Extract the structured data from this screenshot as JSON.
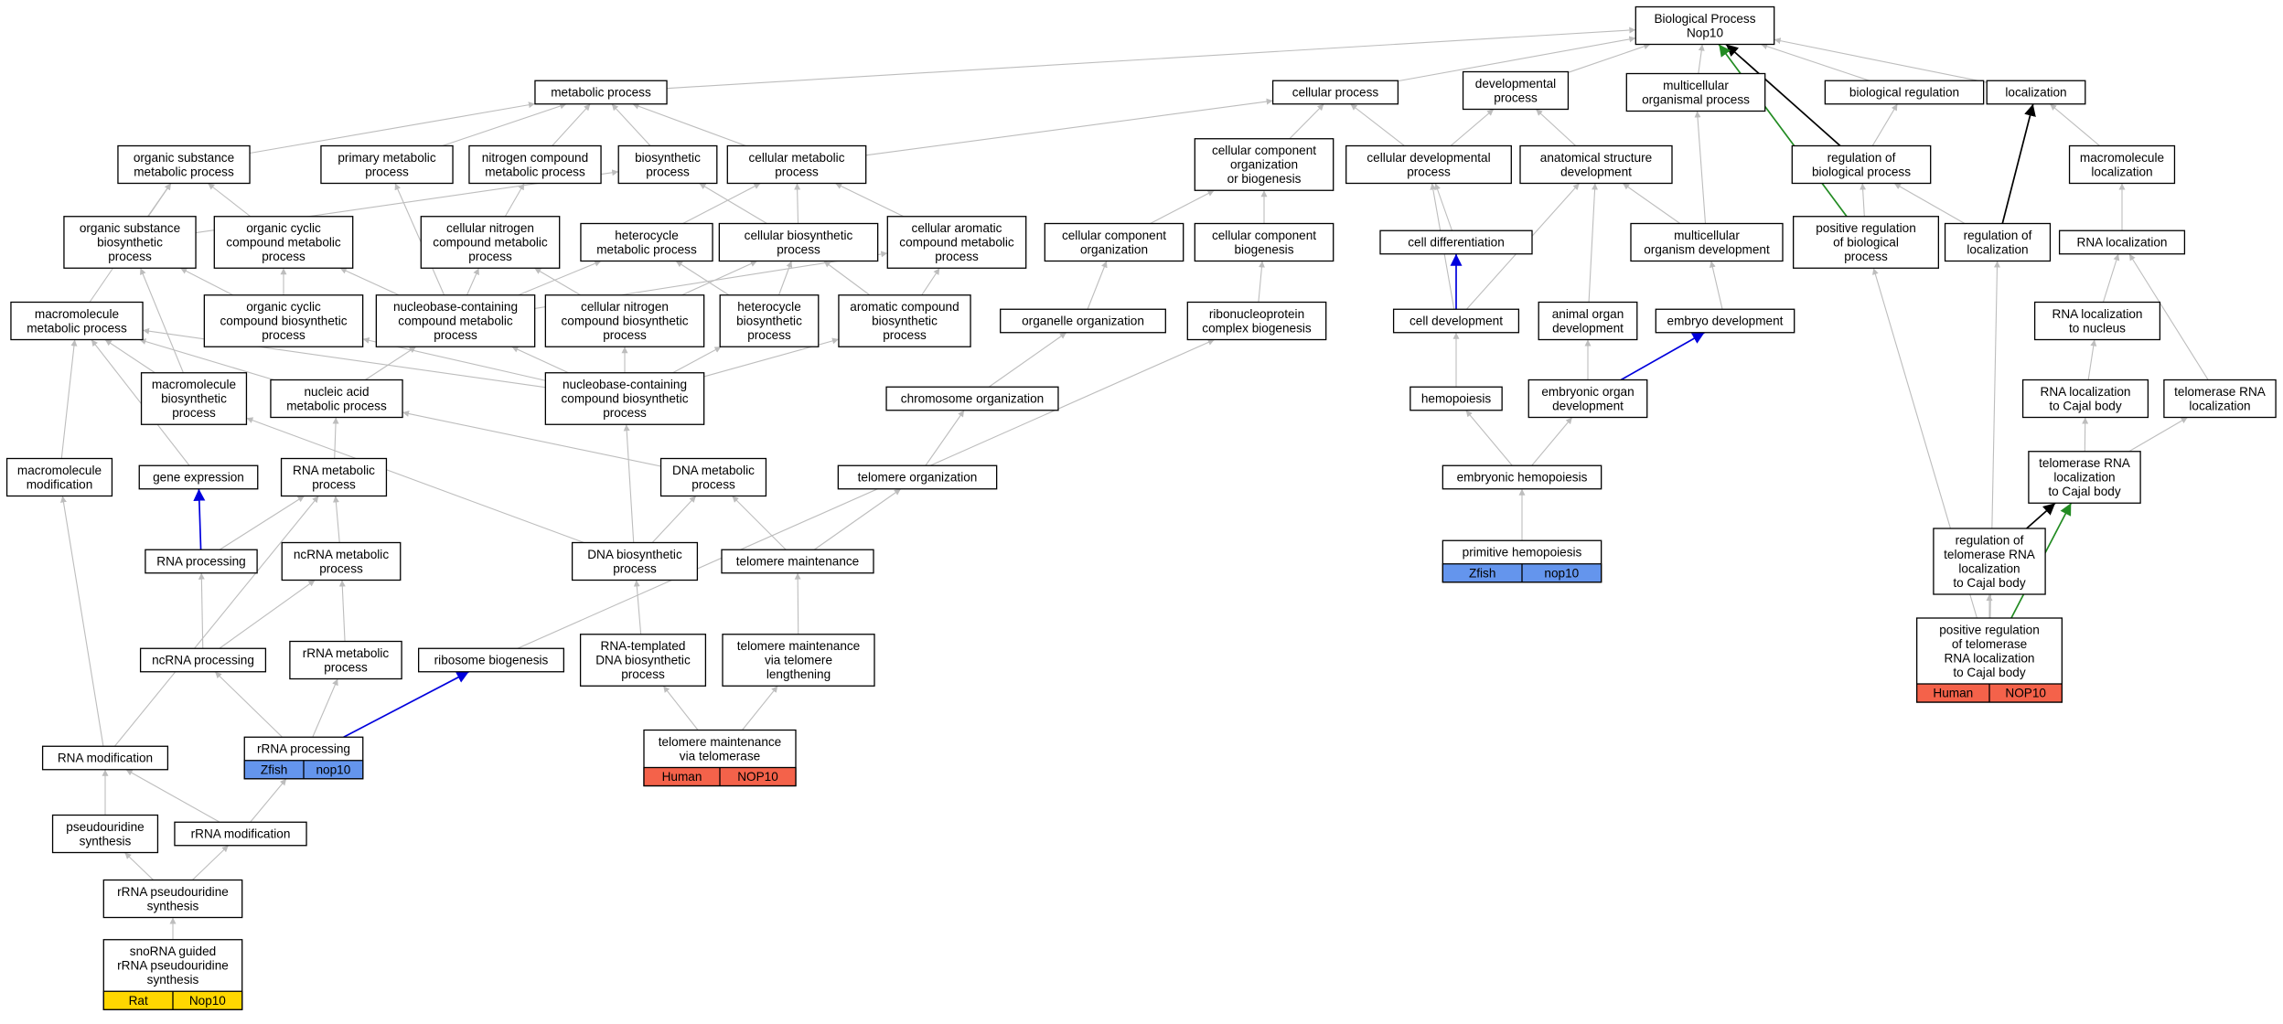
{
  "colors": {
    "edge_default": "#bdbdbd",
    "edge_black": "#000000",
    "edge_blue": "#0000dd",
    "edge_green": "#228b22",
    "species_human": "#f4624a",
    "species_zfish": "#6495ed",
    "species_rat": "#ffd700"
  },
  "nodes": [
    {
      "id": "bp",
      "lines": [
        "Biological Process",
        "Nop10"
      ]
    },
    {
      "id": "metabolic",
      "lines": [
        "metabolic process"
      ]
    },
    {
      "id": "cellular",
      "lines": [
        "cellular process"
      ]
    },
    {
      "id": "developmental",
      "lines": [
        "developmental",
        "process"
      ]
    },
    {
      "id": "multicellular",
      "lines": [
        "multicellular",
        "organismal process"
      ]
    },
    {
      "id": "bioreg",
      "lines": [
        "biological regulation"
      ]
    },
    {
      "id": "localization",
      "lines": [
        "localization"
      ]
    },
    {
      "id": "orgsubmet",
      "lines": [
        "organic substance",
        "metabolic process"
      ]
    },
    {
      "id": "primary",
      "lines": [
        "primary metabolic",
        "process"
      ]
    },
    {
      "id": "nitrogen",
      "lines": [
        "nitrogen compound",
        "metabolic process"
      ]
    },
    {
      "id": "biosyn",
      "lines": [
        "biosynthetic",
        "process"
      ]
    },
    {
      "id": "cellmet",
      "lines": [
        "cellular metabolic",
        "process"
      ]
    },
    {
      "id": "ccorgbio",
      "lines": [
        "cellular component",
        "organization",
        "or biogenesis"
      ]
    },
    {
      "id": "celldevproc",
      "lines": [
        "cellular developmental",
        "process"
      ]
    },
    {
      "id": "anatomical",
      "lines": [
        "anatomical structure",
        "development"
      ]
    },
    {
      "id": "regbio",
      "lines": [
        "regulation of",
        "biological process"
      ]
    },
    {
      "id": "macroloc",
      "lines": [
        "macromolecule",
        "localization"
      ]
    },
    {
      "id": "orgsubbio",
      "lines": [
        "organic substance",
        "biosynthetic",
        "process"
      ]
    },
    {
      "id": "orgcycmet",
      "lines": [
        "organic cyclic",
        "compound metabolic",
        "process"
      ]
    },
    {
      "id": "cellnitmet",
      "lines": [
        "cellular nitrogen",
        "compound metabolic",
        "process"
      ]
    },
    {
      "id": "hetmet",
      "lines": [
        "heterocycle",
        "metabolic process"
      ]
    },
    {
      "id": "cellbiosyn",
      "lines": [
        "cellular biosynthetic",
        "process"
      ]
    },
    {
      "id": "cellarom",
      "lines": [
        "cellular aromatic",
        "compound metabolic",
        "process"
      ]
    },
    {
      "id": "ccorg",
      "lines": [
        "cellular component",
        "organization"
      ]
    },
    {
      "id": "ccbio",
      "lines": [
        "cellular component",
        "biogenesis"
      ]
    },
    {
      "id": "celldiff",
      "lines": [
        "cell differentiation"
      ]
    },
    {
      "id": "multidev",
      "lines": [
        "multicellular",
        "organism development"
      ]
    },
    {
      "id": "posregbio",
      "lines": [
        "positive regulation",
        "of biological",
        "process"
      ]
    },
    {
      "id": "regloc",
      "lines": [
        "regulation of",
        "localization"
      ]
    },
    {
      "id": "rnaloc",
      "lines": [
        "RNA localization"
      ]
    },
    {
      "id": "macromet",
      "lines": [
        "macromolecule",
        "metabolic process"
      ]
    },
    {
      "id": "orgcycbio",
      "lines": [
        "organic cyclic",
        "compound biosynthetic",
        "process"
      ]
    },
    {
      "id": "nucmet",
      "lines": [
        "nucleobase-containing",
        "compound metabolic",
        "process"
      ]
    },
    {
      "id": "cellnitbio",
      "lines": [
        "cellular nitrogen",
        "compound biosynthetic",
        "process"
      ]
    },
    {
      "id": "hetbio",
      "lines": [
        "heterocycle",
        "biosynthetic",
        "process"
      ]
    },
    {
      "id": "arombio",
      "lines": [
        "aromatic compound",
        "biosynthetic",
        "process"
      ]
    },
    {
      "id": "organelle",
      "lines": [
        "organelle organization"
      ]
    },
    {
      "id": "ribonuc",
      "lines": [
        "ribonucleoprotein",
        "complex biogenesis"
      ]
    },
    {
      "id": "celldev",
      "lines": [
        "cell development"
      ]
    },
    {
      "id": "animalorg",
      "lines": [
        "animal organ",
        "development"
      ]
    },
    {
      "id": "embryo",
      "lines": [
        "embryo development"
      ]
    },
    {
      "id": "rnalocnuc",
      "lines": [
        "RNA localization",
        "to nucleus"
      ]
    },
    {
      "id": "macrobio",
      "lines": [
        "macromolecule",
        "biosynthetic",
        "process"
      ]
    },
    {
      "id": "nucacid",
      "lines": [
        "nucleic acid",
        "metabolic process"
      ]
    },
    {
      "id": "nucbio",
      "lines": [
        "nucleobase-containing",
        "compound biosynthetic",
        "process"
      ]
    },
    {
      "id": "chromosome",
      "lines": [
        "chromosome organization"
      ]
    },
    {
      "id": "hemopoiesis",
      "lines": [
        "hemopoiesis"
      ]
    },
    {
      "id": "embryoorgan",
      "lines": [
        "embryonic organ",
        "development"
      ]
    },
    {
      "id": "rnaloccajal",
      "lines": [
        "RNA localization",
        "to Cajal body"
      ]
    },
    {
      "id": "telornaloc",
      "lines": [
        "telomerase RNA",
        "localization"
      ]
    },
    {
      "id": "macromod",
      "lines": [
        "macromolecule",
        "modification"
      ]
    },
    {
      "id": "geneexp",
      "lines": [
        "gene expression"
      ]
    },
    {
      "id": "rnamet",
      "lines": [
        "RNA metabolic",
        "process"
      ]
    },
    {
      "id": "dnamet",
      "lines": [
        "DNA metabolic",
        "process"
      ]
    },
    {
      "id": "telorg",
      "lines": [
        "telomere organization"
      ]
    },
    {
      "id": "embhemo",
      "lines": [
        "embryonic hemopoiesis"
      ]
    },
    {
      "id": "telornacajal",
      "lines": [
        "telomerase RNA",
        "localization",
        "to Cajal body"
      ]
    },
    {
      "id": "rnaproc",
      "lines": [
        "RNA processing"
      ]
    },
    {
      "id": "ncrnamet",
      "lines": [
        "ncRNA metabolic",
        "process"
      ]
    },
    {
      "id": "dnabio",
      "lines": [
        "DNA biosynthetic",
        "process"
      ]
    },
    {
      "id": "telmaint",
      "lines": [
        "telomere maintenance"
      ]
    },
    {
      "id": "primhemo",
      "lines": [
        "primitive hemopoiesis"
      ],
      "species": [
        "Zfish",
        "nop10"
      ],
      "speciesColor": "species_zfish"
    },
    {
      "id": "regtelornacajal",
      "lines": [
        "regulation of",
        "telomerase RNA",
        "localization",
        "to Cajal body"
      ]
    },
    {
      "id": "ncrnaproc",
      "lines": [
        "ncRNA processing"
      ]
    },
    {
      "id": "rrnamet",
      "lines": [
        "rRNA metabolic",
        "process"
      ]
    },
    {
      "id": "ribobio",
      "lines": [
        "ribosome biogenesis"
      ]
    },
    {
      "id": "rnatemp",
      "lines": [
        "RNA-templated",
        "DNA biosynthetic",
        "process"
      ]
    },
    {
      "id": "telmaintlen",
      "lines": [
        "telomere maintenance",
        "via telomere",
        "lengthening"
      ]
    },
    {
      "id": "posregtelo",
      "lines": [
        "positive regulation",
        "of telomerase",
        "RNA localization",
        "to Cajal body"
      ],
      "species": [
        "Human",
        "NOP10"
      ],
      "speciesColor": "species_human"
    },
    {
      "id": "rrnaproc",
      "lines": [
        "rRNA processing"
      ],
      "species": [
        "Zfish",
        "nop10"
      ],
      "speciesColor": "species_zfish"
    },
    {
      "id": "telmainttel",
      "lines": [
        "telomere maintenance",
        "via telomerase"
      ],
      "species": [
        "Human",
        "NOP10"
      ],
      "speciesColor": "species_human"
    },
    {
      "id": "rnamod",
      "lines": [
        "RNA modification"
      ]
    },
    {
      "id": "pseudo",
      "lines": [
        "pseudouridine",
        "synthesis"
      ]
    },
    {
      "id": "rrnamod",
      "lines": [
        "rRNA modification"
      ]
    },
    {
      "id": "rrnapseudo",
      "lines": [
        "rRNA pseudouridine",
        "synthesis"
      ]
    },
    {
      "id": "snorna",
      "lines": [
        "snoRNA guided",
        "rRNA pseudouridine",
        "synthesis"
      ],
      "species": [
        "Rat",
        "Nop10"
      ],
      "speciesColor": "species_rat"
    }
  ],
  "edges": [
    {
      "from": "metabolic",
      "to": "bp"
    },
    {
      "from": "cellular",
      "to": "bp"
    },
    {
      "from": "developmental",
      "to": "bp"
    },
    {
      "from": "multicellular",
      "to": "bp"
    },
    {
      "from": "bioreg",
      "to": "bp"
    },
    {
      "from": "localization",
      "to": "bp"
    },
    {
      "from": "regbio",
      "to": "bp",
      "color": "edge_black"
    },
    {
      "from": "posregbio",
      "to": "bp",
      "color": "edge_green"
    },
    {
      "from": "orgsubmet",
      "to": "metabolic"
    },
    {
      "from": "primary",
      "to": "metabolic"
    },
    {
      "from": "nitrogen",
      "to": "metabolic"
    },
    {
      "from": "biosyn",
      "to": "metabolic"
    },
    {
      "from": "cellmet",
      "to": "metabolic"
    },
    {
      "from": "cellmet",
      "to": "cellular"
    },
    {
      "from": "ccorgbio",
      "to": "cellular"
    },
    {
      "from": "celldevproc",
      "to": "cellular"
    },
    {
      "from": "celldevproc",
      "to": "developmental"
    },
    {
      "from": "anatomical",
      "to": "developmental"
    },
    {
      "from": "regbio",
      "to": "bioreg"
    },
    {
      "from": "regloc",
      "to": "localization",
      "color": "edge_black"
    },
    {
      "from": "macroloc",
      "to": "localization"
    },
    {
      "from": "multidev",
      "to": "multicellular"
    },
    {
      "from": "orgsubbio",
      "to": "orgsubmet"
    },
    {
      "from": "orgsubbio",
      "to": "biosyn"
    },
    {
      "from": "orgcycmet",
      "to": "orgsubmet"
    },
    {
      "from": "macromet",
      "to": "orgsubmet"
    },
    {
      "from": "cellnitmet",
      "to": "nitrogen"
    },
    {
      "from": "cellbiosyn",
      "to": "biosyn"
    },
    {
      "from": "cellbiosyn",
      "to": "cellmet"
    },
    {
      "from": "hetmet",
      "to": "cellmet"
    },
    {
      "from": "cellarom",
      "to": "cellmet"
    },
    {
      "from": "ccorg",
      "to": "ccorgbio"
    },
    {
      "from": "ccbio",
      "to": "ccorgbio"
    },
    {
      "from": "celldiff",
      "to": "celldevproc"
    },
    {
      "from": "celldev",
      "to": "celldevproc"
    },
    {
      "from": "celldev",
      "to": "anatomical"
    },
    {
      "from": "multidev",
      "to": "anatomical"
    },
    {
      "from": "animalorg",
      "to": "anatomical"
    },
    {
      "from": "posregbio",
      "to": "regbio"
    },
    {
      "from": "regloc",
      "to": "regbio"
    },
    {
      "from": "rnaloc",
      "to": "macroloc"
    },
    {
      "from": "orgcycbio",
      "to": "orgcycmet"
    },
    {
      "from": "orgcycbio",
      "to": "orgsubbio"
    },
    {
      "from": "nucmet",
      "to": "cellnitmet"
    },
    {
      "from": "nucmet",
      "to": "hetmet"
    },
    {
      "from": "nucmet",
      "to": "cellarom"
    },
    {
      "from": "nucmet",
      "to": "orgcycmet"
    },
    {
      "from": "nucmet",
      "to": "primary"
    },
    {
      "from": "cellnitbio",
      "to": "cellnitmet"
    },
    {
      "from": "cellnitbio",
      "to": "cellbiosyn"
    },
    {
      "from": "hetbio",
      "to": "hetmet"
    },
    {
      "from": "hetbio",
      "to": "cellbiosyn"
    },
    {
      "from": "arombio",
      "to": "cellarom"
    },
    {
      "from": "arombio",
      "to": "cellbiosyn"
    },
    {
      "from": "organelle",
      "to": "ccorg"
    },
    {
      "from": "ribonuc",
      "to": "ccbio"
    },
    {
      "from": "celldev",
      "to": "celldiff",
      "color": "edge_blue"
    },
    {
      "from": "embryo",
      "to": "multidev"
    },
    {
      "from": "rnalocnuc",
      "to": "rnaloc"
    },
    {
      "from": "telornaloc",
      "to": "rnaloc"
    },
    {
      "from": "macrobio",
      "to": "orgsubbio"
    },
    {
      "from": "macrobio",
      "to": "macromet"
    },
    {
      "from": "nucacid",
      "to": "nucmet"
    },
    {
      "from": "nucacid",
      "to": "macromet"
    },
    {
      "from": "nucbio",
      "to": "nucmet"
    },
    {
      "from": "nucbio",
      "to": "cellnitbio"
    },
    {
      "from": "nucbio",
      "to": "hetbio"
    },
    {
      "from": "nucbio",
      "to": "arombio"
    },
    {
      "from": "nucbio",
      "to": "orgcycbio"
    },
    {
      "from": "nucbio",
      "to": "macromet"
    },
    {
      "from": "chromosome",
      "to": "organelle"
    },
    {
      "from": "hemopoiesis",
      "to": "celldev"
    },
    {
      "from": "embryoorgan",
      "to": "animalorg"
    },
    {
      "from": "embryoorgan",
      "to": "embryo",
      "color": "edge_blue"
    },
    {
      "from": "rnaloccajal",
      "to": "rnalocnuc"
    },
    {
      "from": "macromod",
      "to": "macromet"
    },
    {
      "from": "geneexp",
      "to": "macromet"
    },
    {
      "from": "rnamet",
      "to": "nucacid"
    },
    {
      "from": "dnamet",
      "to": "nucacid"
    },
    {
      "from": "telorg",
      "to": "chromosome"
    },
    {
      "from": "embhemo",
      "to": "hemopoiesis"
    },
    {
      "from": "embhemo",
      "to": "embryoorgan"
    },
    {
      "from": "telornacajal",
      "to": "rnaloccajal"
    },
    {
      "from": "telornacajal",
      "to": "telornaloc"
    },
    {
      "from": "rnaproc",
      "to": "geneexp",
      "color": "edge_blue"
    },
    {
      "from": "rnaproc",
      "to": "rnamet"
    },
    {
      "from": "ncrnamet",
      "to": "rnamet"
    },
    {
      "from": "dnabio",
      "to": "dnamet"
    },
    {
      "from": "dnabio",
      "to": "nucbio"
    },
    {
      "from": "dnabio",
      "to": "macrobio"
    },
    {
      "from": "telmaint",
      "to": "dnamet"
    },
    {
      "from": "telmaint",
      "to": "telorg"
    },
    {
      "from": "primhemo",
      "to": "embhemo"
    },
    {
      "from": "regtelornacajal",
      "to": "telornacajal",
      "color": "edge_black"
    },
    {
      "from": "ncrnaproc",
      "to": "rnaproc"
    },
    {
      "from": "ncrnaproc",
      "to": "ncrnamet"
    },
    {
      "from": "rrnamet",
      "to": "ncrnamet"
    },
    {
      "from": "ribobio",
      "to": "ribonuc"
    },
    {
      "from": "rnatemp",
      "to": "dnabio"
    },
    {
      "from": "telmaintlen",
      "to": "telmaint"
    },
    {
      "from": "posregtelo",
      "to": "regtelornacajal"
    },
    {
      "from": "posregtelo",
      "to": "posregbio"
    },
    {
      "from": "posregtelo",
      "to": "regloc"
    },
    {
      "from": "posregtelo",
      "to": "telornacajal",
      "color": "edge_green"
    },
    {
      "from": "rrnaproc",
      "to": "ncrnaproc"
    },
    {
      "from": "rrnaproc",
      "to": "rrnamet"
    },
    {
      "from": "rrnaproc",
      "to": "ribobio",
      "color": "edge_blue"
    },
    {
      "from": "telmainttel",
      "to": "rnatemp"
    },
    {
      "from": "telmainttel",
      "to": "telmaintlen"
    },
    {
      "from": "rnamod",
      "to": "rnamet"
    },
    {
      "from": "rnamod",
      "to": "macromod"
    },
    {
      "from": "pseudo",
      "to": "rnamod"
    },
    {
      "from": "rrnamod",
      "to": "rnamod"
    },
    {
      "from": "rrnamod",
      "to": "rrnaproc"
    },
    {
      "from": "rrnapseudo",
      "to": "pseudo"
    },
    {
      "from": "rrnapseudo",
      "to": "rrnamod"
    },
    {
      "from": "snorna",
      "to": "rrnapseudo"
    }
  ]
}
